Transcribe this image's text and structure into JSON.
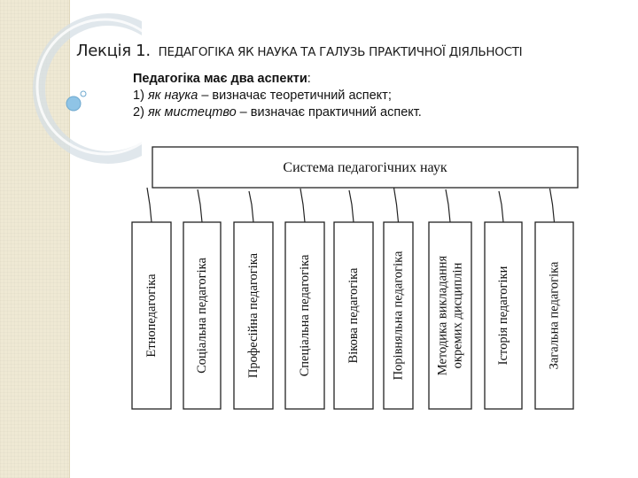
{
  "slide": {
    "title_main": "Лекція 1.",
    "title_sub": "ПЕДАГОГІКА ЯК НАУКА ТА ГАЛУЗЬ ПРАКТИЧНОЇ ДІЯЛЬНОСТІ"
  },
  "intro": {
    "line1_bold": "Педагогіка має два аспекти",
    "line1_rest": ":",
    "line2_num": "1)",
    "line2_italic": "як наука",
    "line2_rest": "– визначає теоретичний аспект;",
    "line3_num": "2)",
    "line3_italic": "як мистецтво",
    "line3_rest": "– визначає практичний аспект."
  },
  "diagram": {
    "root_label": "Система педагогічних наук",
    "branches": [
      {
        "lines": [
          "Етнопедагогіка"
        ]
      },
      {
        "lines": [
          "Соціальна педагогіка"
        ]
      },
      {
        "lines": [
          "Професійна педагогіка"
        ]
      },
      {
        "lines": [
          "Спеціальна педагогіка"
        ]
      },
      {
        "lines": [
          "Вікова педагогіка"
        ]
      },
      {
        "lines": [
          "Порівняльна педагогіка"
        ]
      },
      {
        "lines": [
          "Методика викладання",
          "окремих дисциплін"
        ]
      },
      {
        "lines": [
          "Історія педагогіки"
        ]
      },
      {
        "lines": [
          "Загальна педагогіка"
        ]
      }
    ]
  }
}
